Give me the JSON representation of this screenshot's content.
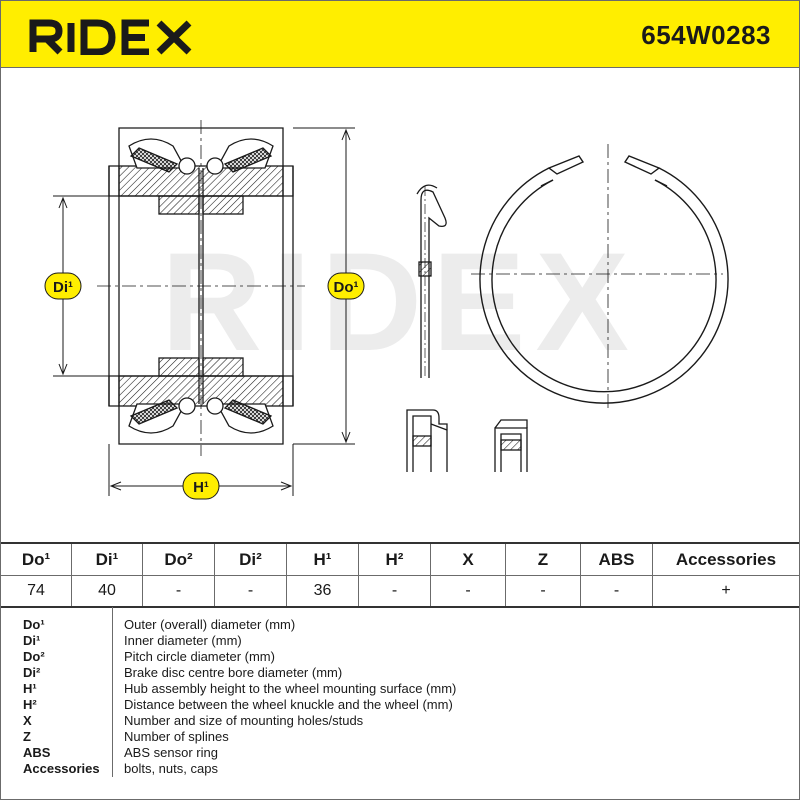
{
  "header": {
    "logo_text": "RIDEX",
    "part_number": "654W0283"
  },
  "drawing": {
    "watermark_text": "RIDEX",
    "labels": {
      "di1": "Di¹",
      "do1": "Do¹",
      "h1": "H¹"
    },
    "colors": {
      "label_fill": "#ffee00",
      "line": "#1a1a1a",
      "watermark": "#ececec"
    }
  },
  "specs": {
    "columns": [
      "Do¹",
      "Di¹",
      "Do²",
      "Di²",
      "H¹",
      "H²",
      "X",
      "Z",
      "ABS",
      "Accessories"
    ],
    "values": [
      "74",
      "40",
      "-",
      "-",
      "36",
      "-",
      "-",
      "-",
      "-",
      "+"
    ]
  },
  "legend": [
    {
      "code": "Do¹",
      "description": "Outer (overall) diameter (mm)"
    },
    {
      "code": "Di¹",
      "description": "Inner diameter (mm)"
    },
    {
      "code": "Do²",
      "description": "Pitch circle diameter (mm)"
    },
    {
      "code": "Di²",
      "description": "Brake disc centre bore diameter (mm)"
    },
    {
      "code": "H¹",
      "description": "Hub assembly height to the wheel mounting surface (mm)"
    },
    {
      "code": "H²",
      "description": "Distance between the wheel knuckle and the wheel (mm)"
    },
    {
      "code": "X",
      "description": "Number and size of mounting holes/studs"
    },
    {
      "code": "Z",
      "description": "Number of splines"
    },
    {
      "code": "ABS",
      "description": "ABS sensor ring"
    },
    {
      "code": "Accessories",
      "description": "bolts, nuts, caps"
    }
  ],
  "theme": {
    "brand_yellow": "#ffee00",
    "border": "#6b6b6b",
    "text": "#1a1a1a"
  }
}
